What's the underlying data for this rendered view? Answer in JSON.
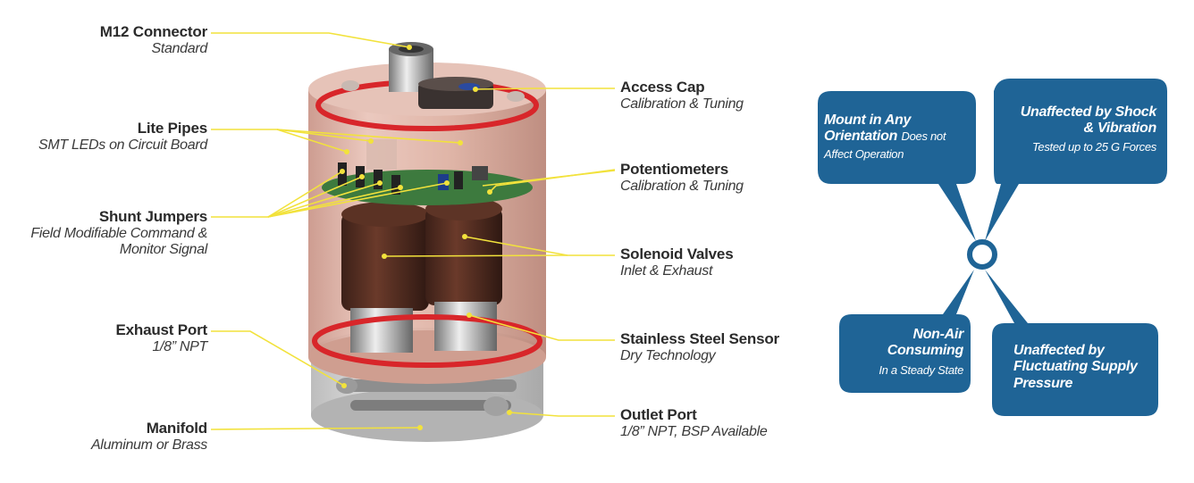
{
  "left_labels": [
    {
      "title": "M12 Connector",
      "subtitle": "Standard"
    },
    {
      "title": "Lite Pipes",
      "subtitle": "SMT LEDs on Circuit Board"
    },
    {
      "title": "Shunt Jumpers",
      "subtitle_line1": "Field Modifiable Command &",
      "subtitle_line2": "Monitor Signal"
    },
    {
      "title": "Exhaust Port",
      "subtitle": "1/8” NPT"
    },
    {
      "title": "Manifold",
      "subtitle": "Aluminum or Brass"
    }
  ],
  "right_labels": [
    {
      "title": "Access Cap",
      "subtitle": "Calibration & Tuning"
    },
    {
      "title": "Potentiometers",
      "subtitle": "Calibration & Tuning"
    },
    {
      "title": "Solenoid Valves",
      "subtitle": "Inlet & Exhaust"
    },
    {
      "title": "Stainless Steel Sensor",
      "subtitle": "Dry Technology"
    },
    {
      "title": "Outlet Port",
      "subtitle": "1/8” NPT, BSP Available"
    }
  ],
  "features": {
    "top_left": {
      "title_line1": "Mount in Any",
      "title_line2": "Orientation",
      "inline_sub": "Does not",
      "sub_line2": "Affect Operation"
    },
    "top_right": {
      "title_line1": "Unaffected by Shock",
      "title_line2": "& Vibration",
      "sub": "Tested up to 25 G Forces"
    },
    "bottom_left": {
      "title_line1": "Non-Air",
      "title_line2": "Consuming",
      "sub": "In a Steady State"
    },
    "bottom_right": {
      "title_line1": "Unaffected by",
      "title_line2": "Fluctuating Supply",
      "title_line3": "Pressure"
    }
  },
  "colors": {
    "leader": "#f2e23c",
    "bubble": "#1f6496",
    "body": "#d9a99b",
    "ring": "#d8262a"
  }
}
